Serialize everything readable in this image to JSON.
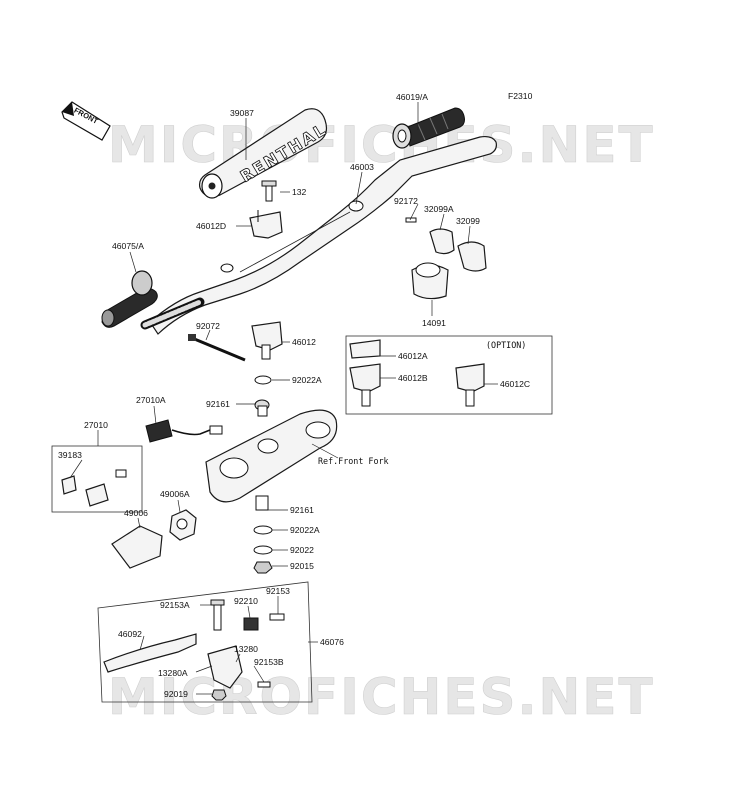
{
  "diagram_code": "F2310",
  "front_arrow": "FRONT",
  "watermark": "MICROFICHES.NET",
  "parts": {
    "p39087": "39087",
    "p46019a": "46019/A",
    "p46003": "46003",
    "p132": "132",
    "p46012d": "46012D",
    "p92172": "92172",
    "p32099a": "32099A",
    "p32099": "32099",
    "p46075a": "46075/A",
    "p14091": "14091",
    "p92072": "92072",
    "p46012": "46012",
    "p92022a_top": "92022A",
    "p46012a": "46012A",
    "p46012b": "46012B",
    "p46012c": "46012C",
    "p27010a": "27010A",
    "p92161_top": "92161",
    "p27010": "27010",
    "p39183": "39183",
    "p49006a": "49006A",
    "p49006": "49006",
    "p92161_bot": "92161",
    "p92022a_bot": "92022A",
    "p92022": "92022",
    "p92015": "92015",
    "p92153a": "92153A",
    "p92210": "92210",
    "p92153": "92153",
    "p46092": "46092",
    "p46076": "46076",
    "p13280a": "13280A",
    "p13280": "13280",
    "p92153b": "92153B",
    "p92019": "92019"
  },
  "option_label": "(OPTION)",
  "ref_front_fork": "Ref.Front Fork",
  "grip_brand_text": "RENTHAL"
}
